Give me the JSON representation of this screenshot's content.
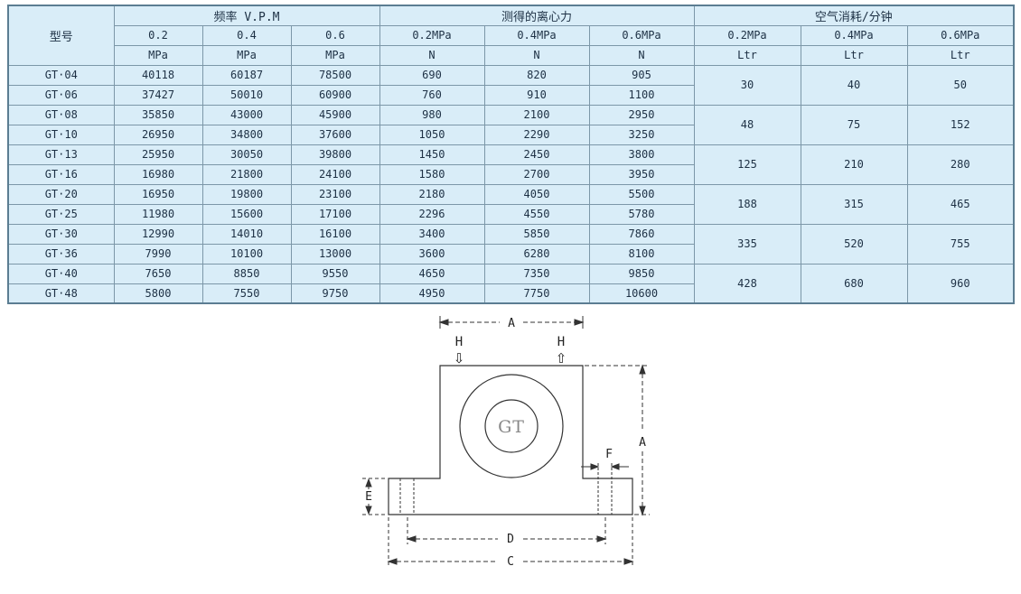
{
  "table": {
    "model_header": "型号",
    "groups": [
      "频率 V.P.M",
      "测得的离心力",
      "空气消耗/分钟"
    ],
    "sub_headers": [
      "0.2",
      "0.4",
      "0.6",
      "0.2MPa",
      "0.4MPa",
      "0.6MPa",
      "0.2MPa",
      "0.4MPa",
      "0.6MPa"
    ],
    "units": [
      "MPa",
      "MPa",
      "MPa",
      "N",
      "N",
      "N",
      "Ltr",
      "Ltr",
      "Ltr"
    ],
    "rows": [
      {
        "model": "GT·04",
        "freq": [
          "40118",
          "60187",
          "78500"
        ],
        "force": [
          "690",
          "820",
          "905"
        ]
      },
      {
        "model": "GT·06",
        "freq": [
          "37427",
          "50010",
          "60900"
        ],
        "force": [
          "760",
          "910",
          "1100"
        ]
      },
      {
        "model": "GT·08",
        "freq": [
          "35850",
          "43000",
          "45900"
        ],
        "force": [
          "980",
          "2100",
          "2950"
        ]
      },
      {
        "model": "GT·10",
        "freq": [
          "26950",
          "34800",
          "37600"
        ],
        "force": [
          "1050",
          "2290",
          "3250"
        ]
      },
      {
        "model": "GT·13",
        "freq": [
          "25950",
          "30050",
          "39800"
        ],
        "force": [
          "1450",
          "2450",
          "3800"
        ]
      },
      {
        "model": "GT·16",
        "freq": [
          "16980",
          "21800",
          "24100"
        ],
        "force": [
          "1580",
          "2700",
          "3950"
        ]
      },
      {
        "model": "GT·20",
        "freq": [
          "16950",
          "19800",
          "23100"
        ],
        "force": [
          "2180",
          "4050",
          "5500"
        ]
      },
      {
        "model": "GT·25",
        "freq": [
          "11980",
          "15600",
          "17100"
        ],
        "force": [
          "2296",
          "4550",
          "5780"
        ]
      },
      {
        "model": "GT·30",
        "freq": [
          "12990",
          "14010",
          "16100"
        ],
        "force": [
          "3400",
          "5850",
          "7860"
        ]
      },
      {
        "model": "GT·36",
        "freq": [
          "7990",
          "10100",
          "13000"
        ],
        "force": [
          "3600",
          "6280",
          "8100"
        ]
      },
      {
        "model": "GT·40",
        "freq": [
          "7650",
          "8850",
          "9550"
        ],
        "force": [
          "4650",
          "7350",
          "9850"
        ]
      },
      {
        "model": "GT·48",
        "freq": [
          "5800",
          "7550",
          "9750"
        ],
        "force": [
          "4950",
          "7750",
          "10600"
        ]
      }
    ],
    "air_groups": [
      [
        "30",
        "40",
        "50"
      ],
      [
        "48",
        "75",
        "152"
      ],
      [
        "125",
        "210",
        "280"
      ],
      [
        "188",
        "315",
        "465"
      ],
      [
        "335",
        "520",
        "755"
      ],
      [
        "428",
        "680",
        "960"
      ]
    ]
  },
  "diagram": {
    "labels": {
      "width_top": "A",
      "height_right": "A",
      "port_left": "H",
      "port_right": "H",
      "flange_hole": "F",
      "flange_thickness": "E",
      "hole_spacing": "D",
      "base_width": "C",
      "model_mark": "GT"
    },
    "icons": {
      "down_arrow": "⇩",
      "up_arrow": "⇧"
    }
  },
  "colors": {
    "table_bg": "#d9edf8",
    "grid_line": "#7c97a8",
    "outer_border": "#5b7d92",
    "text": "#1d3044",
    "diagram_line": "#333333",
    "gt_mark": "#888888"
  }
}
